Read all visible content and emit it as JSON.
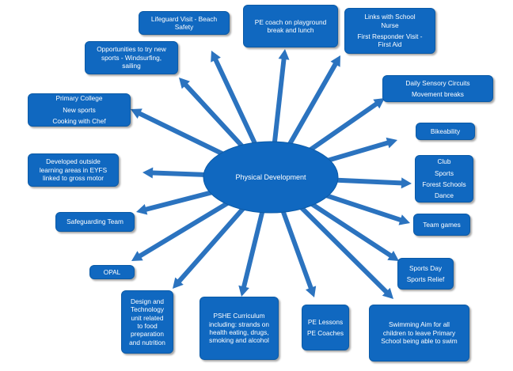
{
  "diagram": {
    "center_label": "Physical Development",
    "colors": {
      "fill": "#1068c0",
      "arrow": "#2b73bf",
      "text": "#ffffff"
    },
    "nodes": {
      "lifeguard": [
        "Lifeguard Visit - Beach",
        "Safety"
      ],
      "pe_coach_playground": [
        "PE coach on playground",
        "break and lunch"
      ],
      "school_nurse": [
        "Links with School",
        "Nurse"
      ],
      "first_responder": [
        "First Responder Visit -",
        "First Aid"
      ],
      "new_sports": [
        "Opportunities to try new",
        "sports - Windsurfing,",
        "sailing"
      ],
      "sensory": [
        "Daily Sensory Circuits"
      ],
      "movement_breaks": [
        "Movement breaks"
      ],
      "primary_college": [
        "Primary College"
      ],
      "college_new_sports": [
        "New sports"
      ],
      "cooking": [
        "Cooking with Chef"
      ],
      "bikeability": [
        "Bikeability"
      ],
      "eyfs": [
        "Developed outside",
        "learning areas in EYFS",
        "linked to gross motor"
      ],
      "clubs": [
        "Club",
        "Sports",
        "Forest Schools",
        "Dance"
      ],
      "safeguarding": [
        "Safeguarding Team"
      ],
      "team_games": [
        "Team games"
      ],
      "opal": [
        "OPAL"
      ],
      "sports_day": [
        "Sports Day"
      ],
      "sport_relief": [
        "Sports Relief"
      ],
      "design_tech": [
        "Design and",
        "Technology",
        "unit related",
        "to food",
        "preparation",
        "and nutrition"
      ],
      "pshe": [
        "PSHE Curriculum",
        "including: strands on",
        "health eating, drugs,",
        "smoking and alcohol"
      ],
      "pe_lessons": [
        "PE Lessons"
      ],
      "pe_coaches": [
        "PE Coaches"
      ],
      "swimming": [
        "Swimming Aim for all",
        "children to leave Primary",
        "School being able to swim"
      ]
    }
  }
}
